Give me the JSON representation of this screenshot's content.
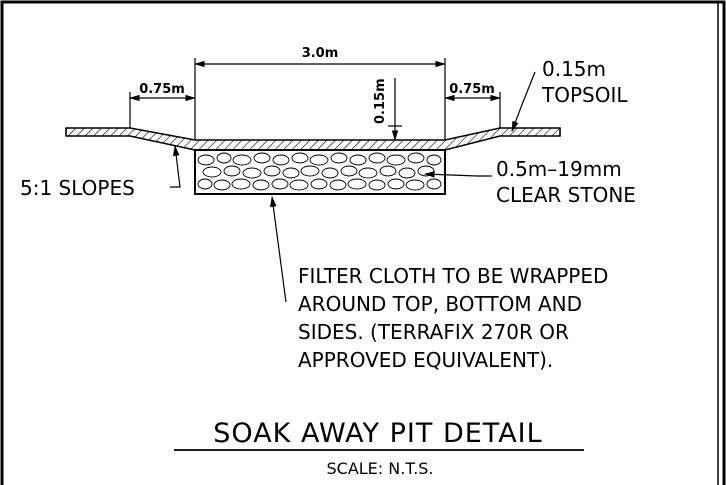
{
  "dimensions": {
    "pit_width": "3.0m",
    "left_shoulder": "0.75m",
    "right_shoulder": "0.75m",
    "topsoil_depth_vertical": "0.15m"
  },
  "callouts": {
    "topsoil_line1": "0.15m",
    "topsoil_line2": "TOPSOIL",
    "stone_line1": "0.5m–19mm",
    "stone_line2": "CLEAR STONE",
    "slopes": "5:1 SLOPES",
    "filter_line1": "FILTER CLOTH TO BE WRAPPED",
    "filter_line2": "AROUND TOP, BOTTOM AND",
    "filter_line3": "SIDES. (TERRAFIX 270R OR",
    "filter_line4": "APPROVED EQUIVALENT)."
  },
  "title": "SOAK AWAY PIT DETAIL",
  "scale": "SCALE: N.T.S."
}
